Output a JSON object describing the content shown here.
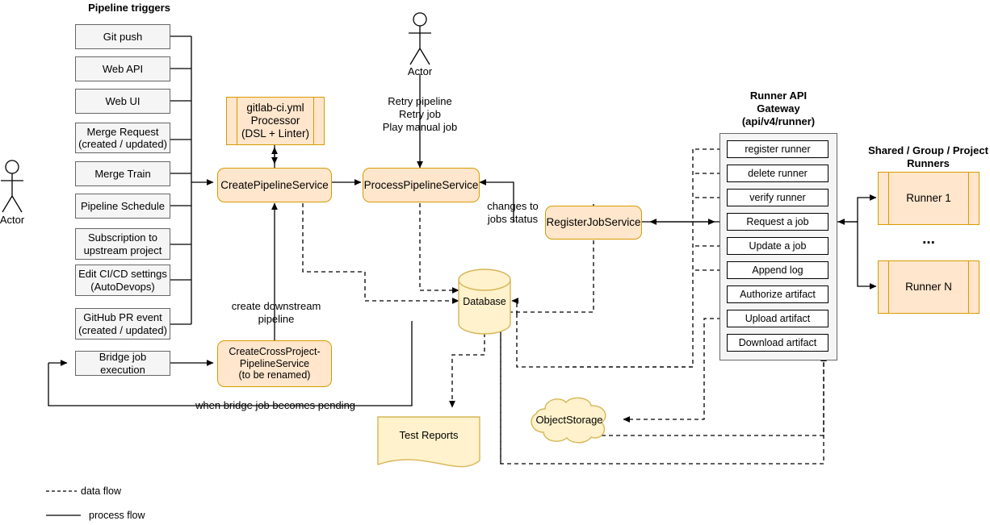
{
  "diagram": {
    "title_triggers": "Pipeline triggers",
    "actors": [
      {
        "name": "actor-left",
        "label": "Actor"
      },
      {
        "name": "actor-top",
        "label": "Actor"
      }
    ],
    "triggers": [
      {
        "label": "Git push"
      },
      {
        "label": "Web API"
      },
      {
        "label": "Web UI"
      },
      {
        "label": "Merge Request\n(created / updated)"
      },
      {
        "label": "Merge Train"
      },
      {
        "label": "Pipeline Schedule"
      },
      {
        "label": "Subscription to\nupstream project"
      },
      {
        "label": "Edit CI/CD settings\n(AutoDevops)"
      },
      {
        "label": "GitHub PR event\n(created / updated)"
      },
      {
        "label": "Bridge job execution"
      }
    ],
    "services": {
      "yml_processor": "gitlab-ci.yml\nProcessor\n(DSL + Linter)",
      "create_pipeline": "CreatePipelineService",
      "process_pipeline": "ProcessPipelineService",
      "register_job": "RegisterJobService",
      "cross_project": "CreateCrossProject-\nPipelineService\n(to be renamed)"
    },
    "stores": {
      "database": "Database",
      "test_reports": "Test Reports",
      "object_storage": "ObjectStorage"
    },
    "edge_labels": {
      "retry": "Retry pipeline\nRetry job\nPlay manual job",
      "changes_jobs_status": "changes to\njobs status",
      "create_downstream": "create downstream\npipeline",
      "bridge_pending": "when bridge job becomes pending"
    },
    "gateway": {
      "title": "Runner API\nGateway\n(api/v4/runner)",
      "items": [
        {
          "label": "register runner"
        },
        {
          "label": "delete runner"
        },
        {
          "label": "verify runner"
        },
        {
          "label": "Request a job"
        },
        {
          "label": "Update a job"
        },
        {
          "label": "Append log"
        },
        {
          "label": "Authorize artifact"
        },
        {
          "label": "Upload artifact"
        },
        {
          "label": "Download artifact"
        }
      ]
    },
    "runners": {
      "title": "Shared / Group / Project\nRunners",
      "items": [
        {
          "label": "Runner 1"
        },
        {
          "label": "Runner N"
        }
      ],
      "ellipsis": "..."
    },
    "legend": [
      {
        "label": "data flow",
        "style": "dashed"
      },
      {
        "label": "process flow",
        "style": "solid"
      }
    ],
    "colors": {
      "service_fill": "#ffe6cc",
      "service_stroke": "#d79b00",
      "store_fill": "#fff2cc",
      "store_stroke": "#d6b656",
      "trigger_fill": "#f5f5f5",
      "trigger_stroke": "#666666",
      "line": "#000000"
    }
  }
}
